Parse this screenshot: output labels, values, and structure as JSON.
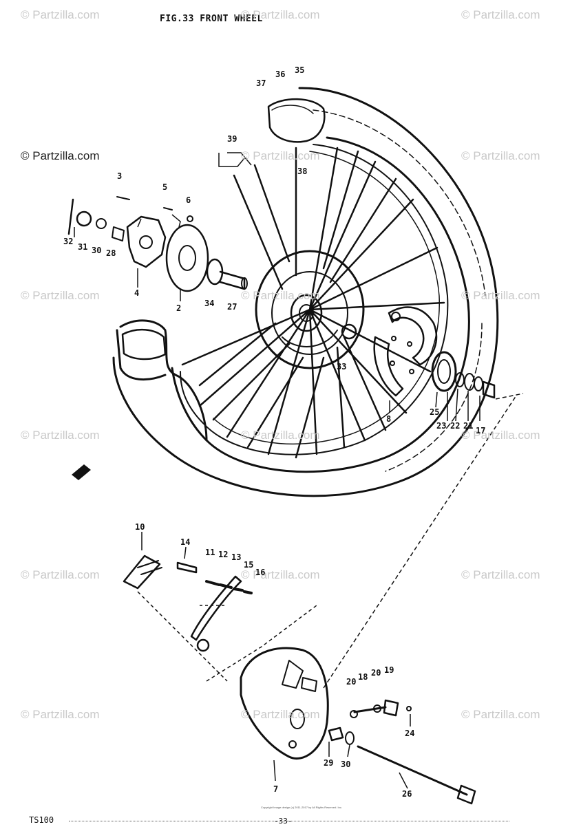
{
  "figure": {
    "title": "FIG.33  FRONT WHEEL",
    "model": "TS100",
    "page_number": "-33-",
    "copyright": "Copyright\nImage design (c) 2011-2017 by All Rights Reserved. Inc."
  },
  "watermark": {
    "text": "© Partzilla.com"
  },
  "callouts": [
    "35",
    "36",
    "37",
    "38",
    "39",
    "3",
    "5",
    "6",
    "32",
    "31",
    "30",
    "28",
    "4",
    "2",
    "34",
    "27",
    "33",
    "8",
    "25",
    "23",
    "22",
    "21",
    "17",
    "10",
    "14",
    "11",
    "12",
    "13",
    "15",
    "16",
    "20",
    "18",
    "20",
    "19",
    "24",
    "29",
    "30",
    "7",
    "26"
  ]
}
